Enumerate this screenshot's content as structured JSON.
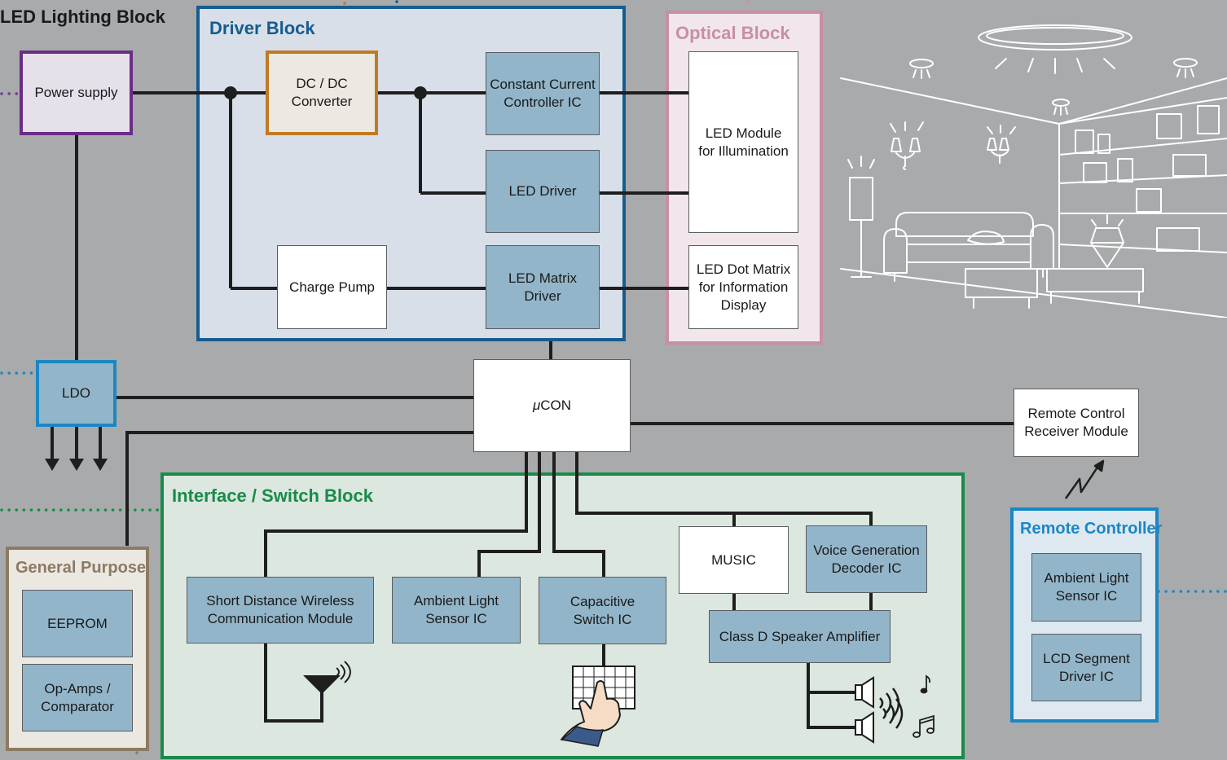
{
  "titles": {
    "led_lighting": "LED Lighting Block",
    "driver": "Driver Block",
    "optical": "Optical Block",
    "interface": "Interface / Switch Block",
    "general": "General Purpose",
    "remote": "Remote Controller"
  },
  "boxes": {
    "power_supply": "Power supply",
    "dcdc_1": "DC / DC",
    "dcdc_2": "Converter",
    "ccc_1": "Constant Current",
    "ccc_2": "Controller IC",
    "led_driver": "LED Driver",
    "charge_pump": "Charge Pump",
    "matrix_1": "LED Matrix",
    "matrix_2": "Driver",
    "led_module_1": "LED Module",
    "led_module_2": "for Illumination",
    "dot_matrix_1": "LED Dot Matrix",
    "dot_matrix_2": "for Information",
    "dot_matrix_3": "Display",
    "ldo": "LDO",
    "ucon_mu": "μ",
    "ucon_rest": "CON",
    "remote_rx_1": "Remote Control",
    "remote_rx_2": "Receiver Module",
    "wireless_1": "Short Distance Wireless",
    "wireless_2": "Communication Module",
    "als_if_1": "Ambient Light",
    "als_if_2": "Sensor IC",
    "cap_1": "Capacitive",
    "cap_2": "Switch IC",
    "music": "MUSIC",
    "voice_1": "Voice Generation",
    "voice_2": "Decoder IC",
    "classd": "Class D Speaker Amplifier",
    "eeprom": "EEPROM",
    "opamp_1": "Op-Amps /",
    "opamp_2": "Comparator",
    "als_rc_1": "Ambient Light",
    "als_rc_2": "Sensor IC",
    "lcd_1": "LCD Segment",
    "lcd_2": "Driver IC"
  },
  "colors": {
    "background": "#a9aaac",
    "driver_border": "#165c8e",
    "driver_fill": "#d8dfe9",
    "optical_border": "#c98ea6",
    "optical_fill": "#f1e6ec",
    "interface_border": "#1a8a4a",
    "interface_fill": "#dbe7df",
    "general_border": "#8c7a62",
    "general_fill": "#ebe8e2",
    "remote_border": "#1a87c4",
    "remote_fill": "#dde8f0",
    "power_border": "#6b2c86",
    "power_fill": "#e6e0ea",
    "dcdc_border": "#c27a22",
    "dcdc_fill": "#ede8e2",
    "ic_fill": "#92b5c9",
    "wire": "#1e1e1e"
  },
  "icons": [
    "antenna-icon",
    "touch-keypad-icon",
    "speaker-icon",
    "music-note-icon",
    "wireless-signal-icon",
    "room-illustration"
  ]
}
